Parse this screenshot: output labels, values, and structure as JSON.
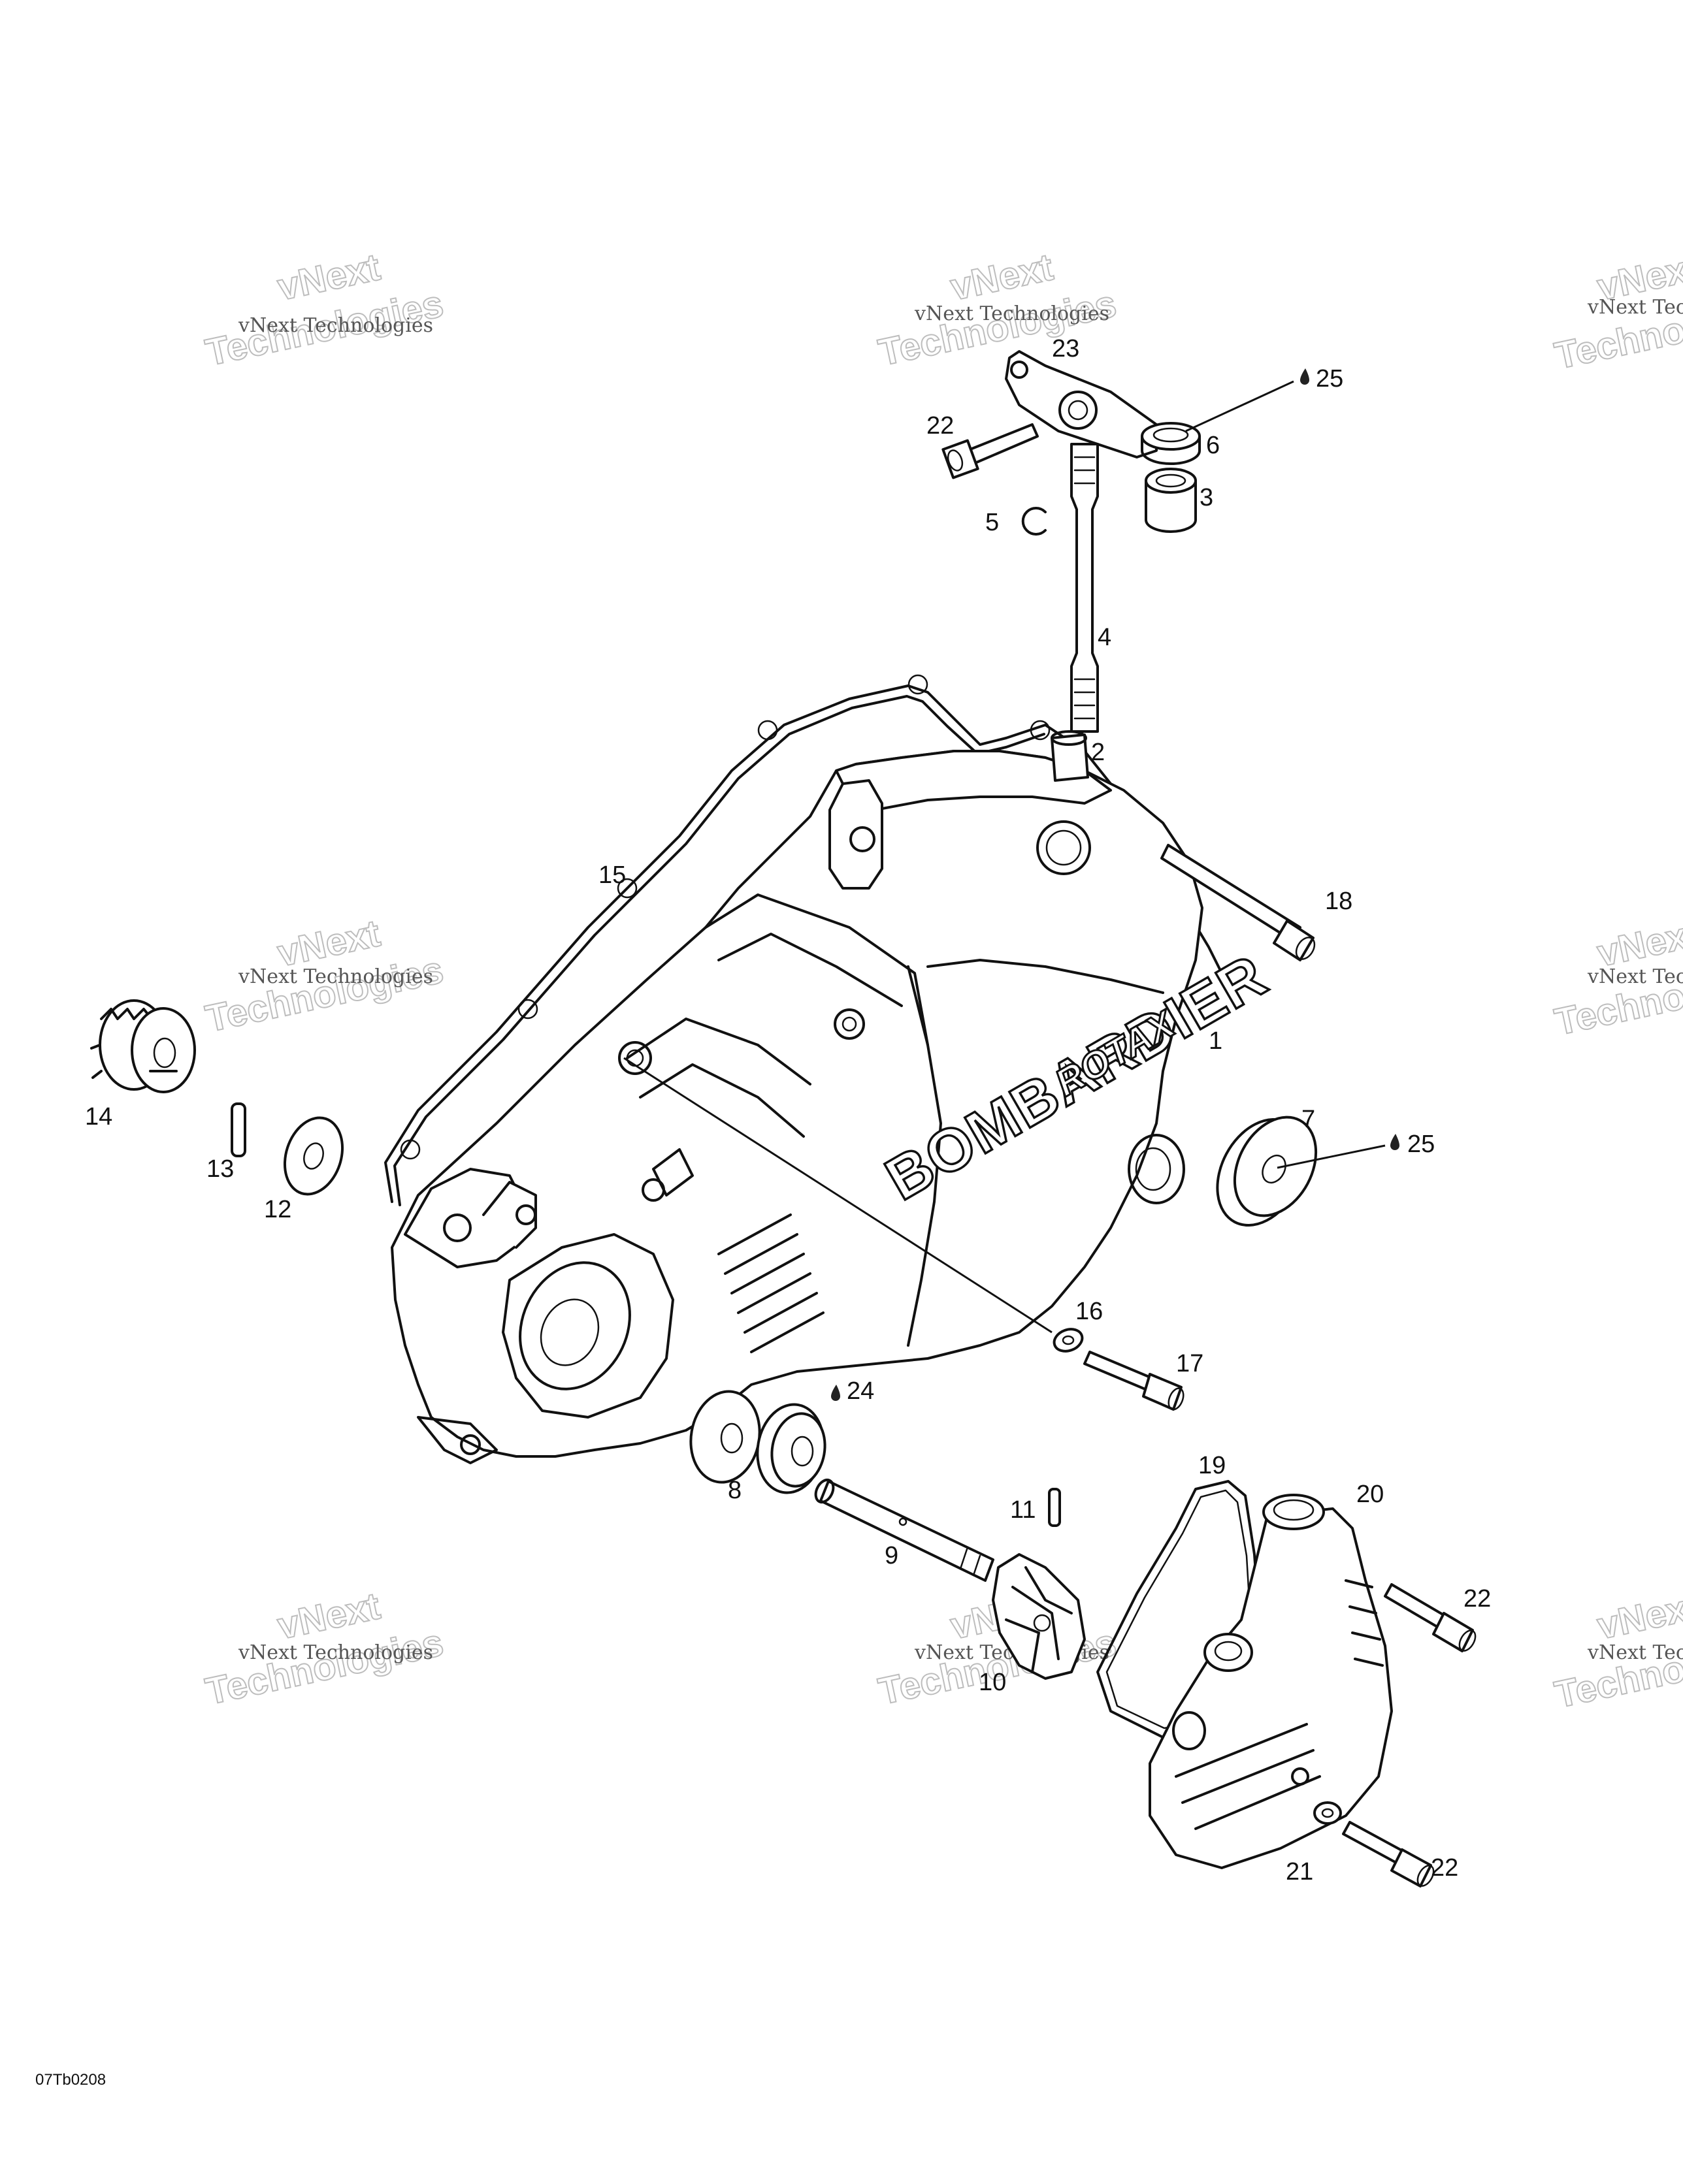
{
  "drawing_code": "07Tb0208",
  "brand": {
    "main": "BOMBARDIER",
    "sub": "ROTAX"
  },
  "watermark": {
    "small": "vNext Technologies",
    "big_line1": "vNext",
    "big_line2": "Technologies"
  },
  "callouts": [
    {
      "id": "c1",
      "text": "1"
    },
    {
      "id": "c2",
      "text": "2"
    },
    {
      "id": "c3",
      "text": "3"
    },
    {
      "id": "c4",
      "text": "4"
    },
    {
      "id": "c5",
      "text": "5"
    },
    {
      "id": "c6",
      "text": "6"
    },
    {
      "id": "c7",
      "text": "7"
    },
    {
      "id": "c8",
      "text": "8"
    },
    {
      "id": "c9",
      "text": "9"
    },
    {
      "id": "c10",
      "text": "10"
    },
    {
      "id": "c11",
      "text": "11"
    },
    {
      "id": "c12",
      "text": "12"
    },
    {
      "id": "c13",
      "text": "13"
    },
    {
      "id": "c14",
      "text": "14"
    },
    {
      "id": "c15",
      "text": "15"
    },
    {
      "id": "c16",
      "text": "16"
    },
    {
      "id": "c17",
      "text": "17"
    },
    {
      "id": "c18",
      "text": "18"
    },
    {
      "id": "c19",
      "text": "19"
    },
    {
      "id": "c20",
      "text": "20"
    },
    {
      "id": "c21",
      "text": "21"
    },
    {
      "id": "c22a",
      "text": "22"
    },
    {
      "id": "c22b",
      "text": "22"
    },
    {
      "id": "c22c",
      "text": "22"
    },
    {
      "id": "c23",
      "text": "23"
    },
    {
      "id": "c24",
      "text": "24"
    },
    {
      "id": "c25a",
      "text": "25"
    },
    {
      "id": "c25b",
      "text": "25"
    }
  ]
}
